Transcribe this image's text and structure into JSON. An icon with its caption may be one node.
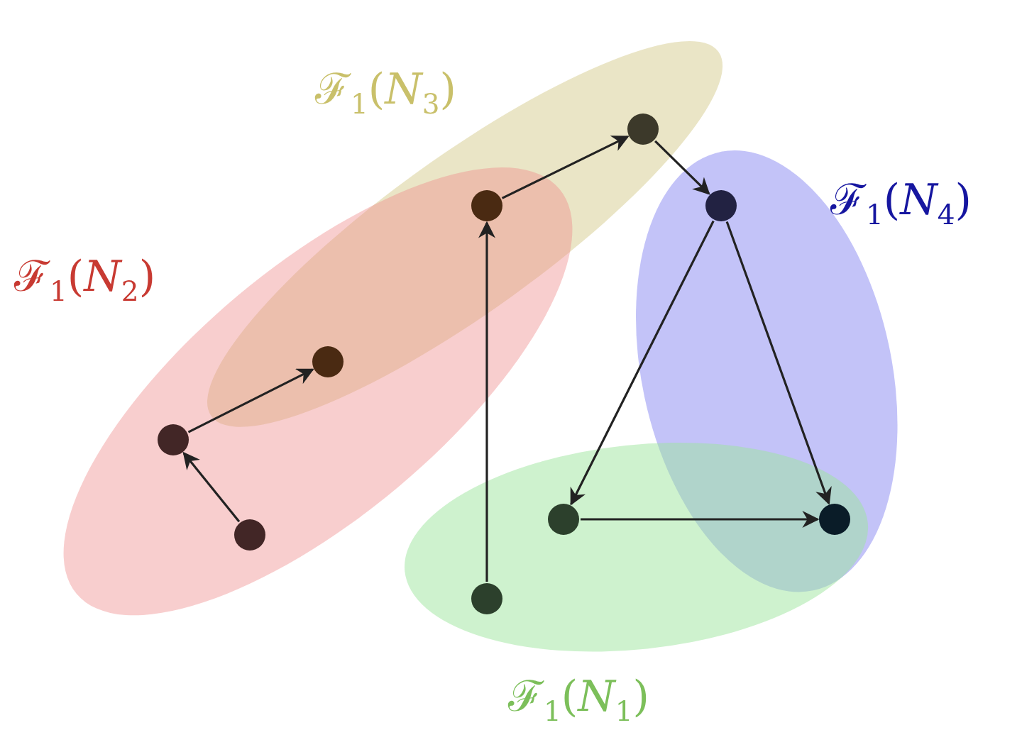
{
  "diagram": {
    "nodes": [
      {
        "text": [
          "ℱ$_{1}$(*N*$_{3}$)"
        ]
      },
      {
        "text": [
          "ℱ$_{1}$(*N*$_{4}$)"
        ]
      },
      {
        "text": [
          "ℱ$_{1}$(*N*$_{2}$)"
        ]
      },
      {
        "text": [
          "ℱ$_{1}$(*N*$_{1}$)"
        ]
      },
      {
        "text": [],
        "shape": "circle",
        "in": 0
      },
      {
        "text": [],
        "shape": "circle"
      },
      {
        "text": [],
        "shape": "circle",
        "in": 1
      },
      {
        "text": [],
        "shape": "circle"
      },
      {
        "text": [],
        "shape": "circle",
        "in": 2
      },
      {
        "text": [],
        "shape": "circle",
        "in": 3
      },
      {
        "text": [],
        "shape": "circle"
      },
      {
        "text": [],
        "shape": "circle",
        "in": 2
      },
      {
        "text": [],
        "shape": "circle",
        "in": 3
      }
    ],
    "edges": [
      {
        "from": 11,
        "to": 8,
        "arrow": "to"
      },
      {
        "from": 8,
        "to": 7,
        "arrow": "to"
      },
      {
        "from": 12,
        "to": 5,
        "arrow": "to"
      },
      {
        "from": 5,
        "to": 4,
        "arrow": "to"
      },
      {
        "from": 4,
        "to": 6,
        "arrow": "to"
      },
      {
        "from": 6,
        "to": 9,
        "arrow": "to"
      },
      {
        "from": 6,
        "to": 10,
        "arrow": "to"
      },
      {
        "from": 9,
        "to": 10,
        "arrow": "to"
      }
    ]
  }
}
